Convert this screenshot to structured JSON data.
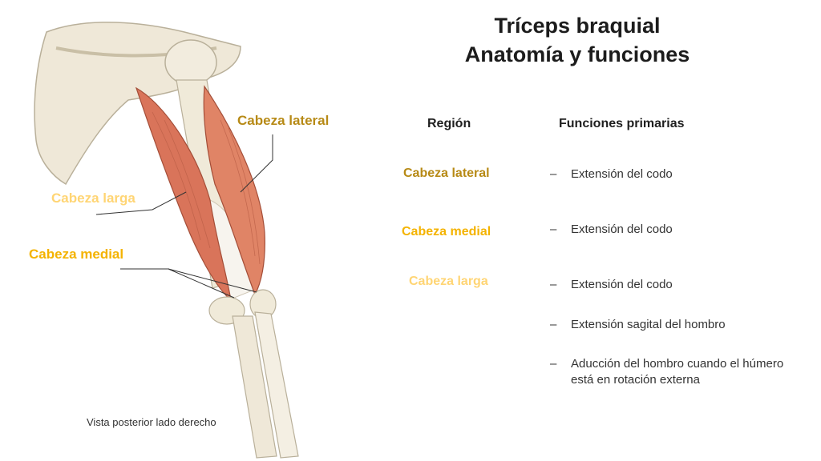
{
  "title": {
    "line1": "Tríceps braquial",
    "line2": "Anatomía y funciones"
  },
  "illustration": {
    "labels": {
      "lateral": "Cabeza lateral",
      "larga": "Cabeza larga",
      "medial": "Cabeza medial"
    },
    "caption": "Vista posterior lado derecho"
  },
  "table": {
    "headers": {
      "region": "Región",
      "functions": "Funciones primarias"
    },
    "dash": "–",
    "rows": [
      {
        "region": "Cabeza lateral",
        "color": "#b78a16",
        "functions": [
          "Extensión del codo"
        ]
      },
      {
        "region": "Cabeza medial",
        "color": "#f4b300",
        "functions": [
          "Extensión del codo"
        ]
      },
      {
        "region": "Cabeza larga",
        "color": "#ffd574",
        "functions": [
          "Extensión del codo",
          "Extensión sagital del hombro",
          "Aducción del hombro cuando el húmero está en rotación externa"
        ]
      }
    ]
  },
  "colors": {
    "lateral": "#b78a16",
    "medial": "#f4b300",
    "larga": "#ffd574",
    "muscle": "#d9745a",
    "bone": "#efe8d8"
  }
}
